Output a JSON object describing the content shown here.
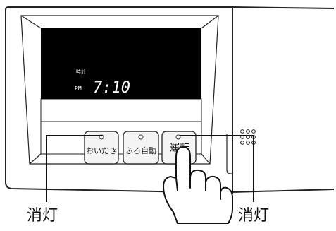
{
  "display": {
    "clock_label": "時計",
    "ampm": "PM",
    "time": "7:10"
  },
  "buttons": [
    {
      "label": "おいだき",
      "indicator": "off"
    },
    {
      "label": "ふろ自動",
      "indicator": "off"
    },
    {
      "label": "運転",
      "indicator": "off"
    }
  ],
  "callouts": {
    "left": "消灯",
    "right": "消灯"
  },
  "colors": {
    "lcd": "#000000",
    "panel_line": "#222222",
    "button_face": "#f4f4f4"
  }
}
